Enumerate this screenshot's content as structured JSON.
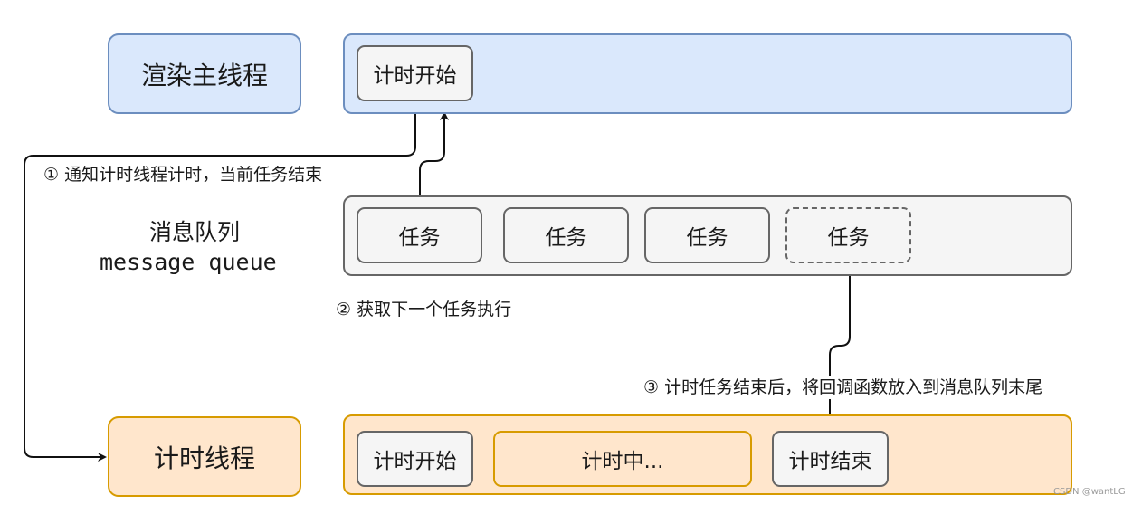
{
  "lanes": {
    "render_thread": "渲染主线程",
    "timer_thread": "计时线程"
  },
  "queue_label": {
    "cn": "消息队列",
    "en": "message queue"
  },
  "render_row": {
    "timer_start": "计时开始"
  },
  "queue_tasks": [
    "任务",
    "任务",
    "任务",
    "任务"
  ],
  "timer_row": {
    "start": "计时开始",
    "running": "计时中...",
    "end": "计时结束"
  },
  "steps": {
    "step1": "① 通知计时线程计时，当前任务结束",
    "step2": "② 获取下一个任务执行",
    "step3": "③ 计时任务结束后，将回调函数放入到消息队列末尾"
  },
  "watermark": "CSDN @wantLG"
}
